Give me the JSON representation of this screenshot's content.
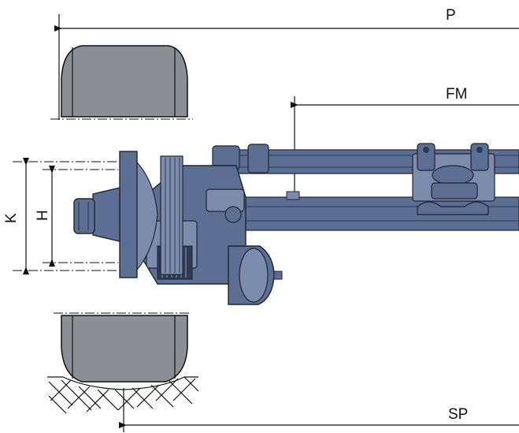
{
  "labels": {
    "p": "P",
    "fm": "FM",
    "sp": "SP",
    "k": "K",
    "h": "H"
  },
  "colors": {
    "line": "#111111",
    "tire": "#8b8f95",
    "axle_body": "#5c6e92",
    "axle_dark": "#2e3a52",
    "axle_light": "#7c8cac",
    "ground_hatch": "#111111",
    "background": "#ffffff"
  },
  "icons": {
    "arrow": "filled-triangle-arrowhead"
  }
}
